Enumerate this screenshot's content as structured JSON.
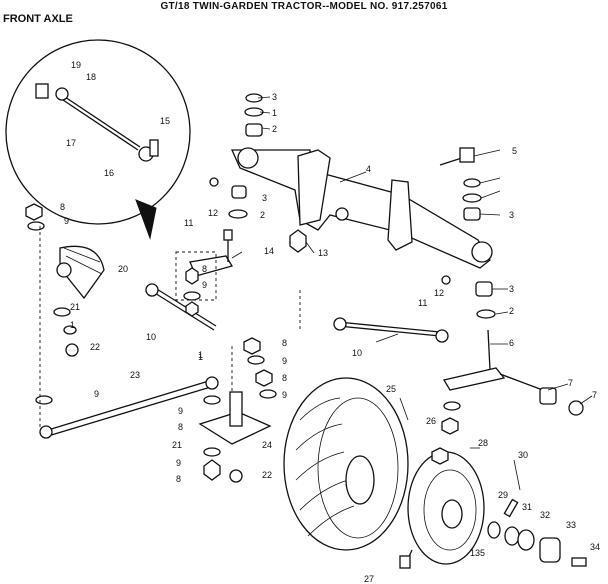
{
  "title": "GT/18 TWIN-GARDEN TRACTOR--MODEL NO. 917.257061",
  "subtitle": "FRONT AXLE",
  "callouts": [
    "19",
    "18",
    "17",
    "15",
    "16",
    "8",
    "9",
    "20",
    "21",
    "1",
    "22",
    "23",
    "9",
    "10",
    "11",
    "12",
    "2",
    "3",
    "1",
    "2",
    "3",
    "4",
    "5",
    "13",
    "14",
    "8",
    "9",
    "1",
    "8",
    "9",
    "8",
    "9",
    "10",
    "11",
    "12",
    "3",
    "2",
    "6",
    "7",
    "7",
    "1",
    "9",
    "8",
    "21",
    "24",
    "9",
    "8",
    "22",
    "25",
    "26",
    "28",
    "29",
    "30",
    "31",
    "32",
    "33",
    "34",
    "135",
    "27",
    "3"
  ]
}
